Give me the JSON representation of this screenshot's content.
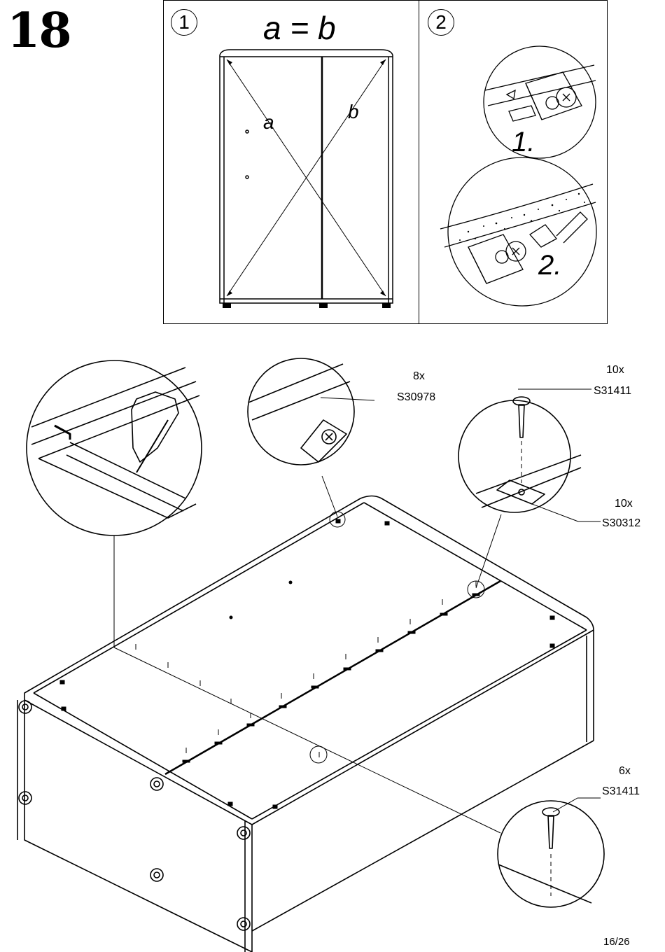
{
  "step": "18",
  "page_number": "16/26",
  "panel_1": {
    "number": "1",
    "formula": "a = b",
    "label_a": "a",
    "label_b": "b"
  },
  "panel_2": {
    "number": "2",
    "sub_step_1": "1.",
    "sub_step_2": "2."
  },
  "callouts": [
    {
      "qty": "8x",
      "part": "S30978"
    },
    {
      "qty": "10x",
      "part": "S31411"
    },
    {
      "qty": "10x",
      "part": "S30312"
    },
    {
      "qty": "6x",
      "part": "S31411"
    }
  ]
}
